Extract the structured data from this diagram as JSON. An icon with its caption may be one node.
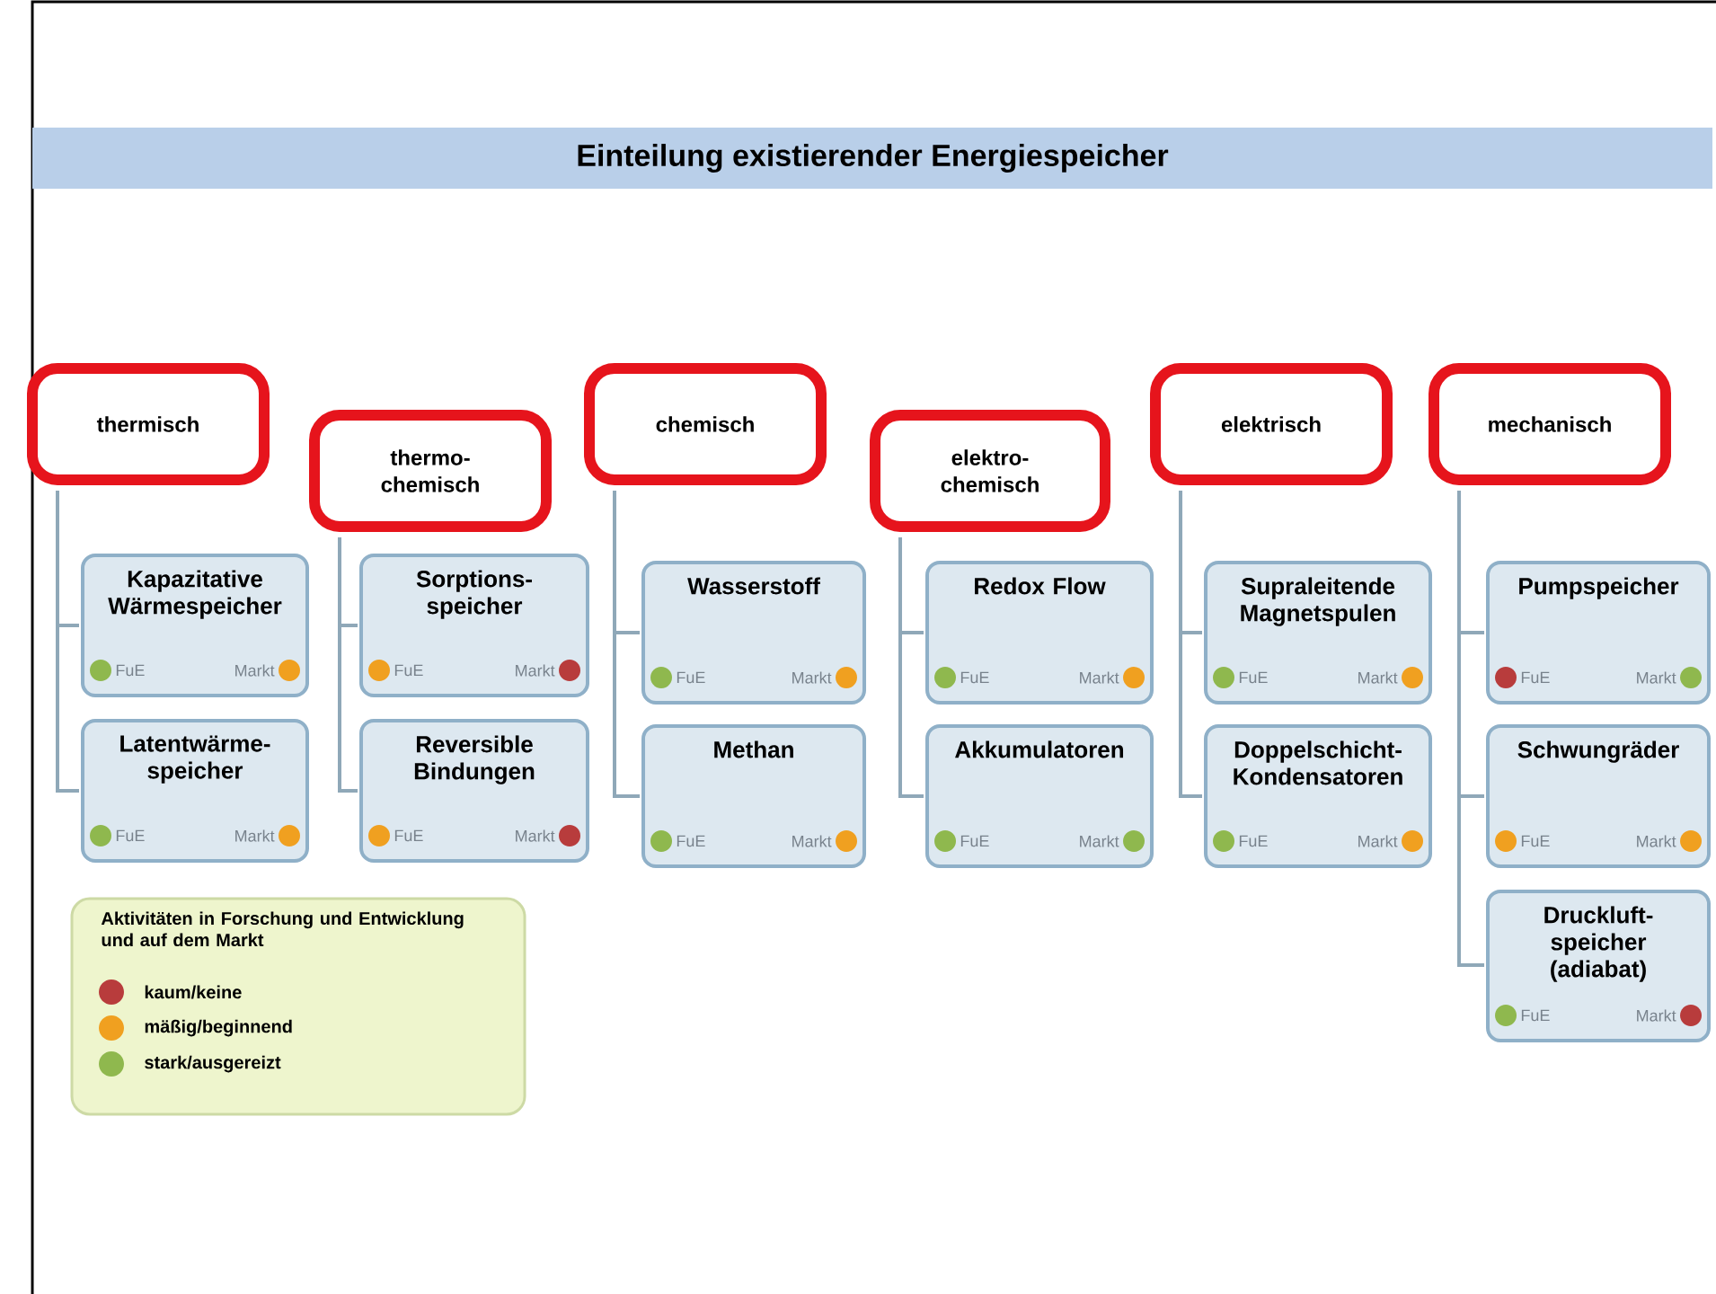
{
  "diagram": {
    "title": "Einteilung existierender Energiespeicher",
    "nodes": [
      {
        "text": [
          "thermisch"
        ]
      },
      {
        "text": [
          "Kapazitative Wärmespeicher",
          "FuE",
          "Markt"
        ]
      },
      {
        "text": [
          "Latentwärme-speicher",
          "FuE",
          "Markt"
        ]
      },
      {
        "text": [
          "thermo-chemisch"
        ]
      },
      {
        "text": [
          "Sorptions-speicher",
          "FuE",
          "Markt"
        ]
      },
      {
        "text": [
          "Reversible Bindungen",
          "FuE",
          "Markt"
        ]
      },
      {
        "text": [
          "chemisch"
        ]
      },
      {
        "text": [
          "Wasserstoff",
          "FuE",
          "Markt"
        ]
      },
      {
        "text": [
          "Methan",
          "FuE",
          "Markt"
        ]
      },
      {
        "text": [
          "elektro-chemisch"
        ]
      },
      {
        "text": [
          "Redox Flow",
          "FuE",
          "Markt"
        ]
      },
      {
        "text": [
          "Akkumulatoren",
          "FuE",
          "Markt"
        ]
      },
      {
        "text": [
          "elektrisch"
        ]
      },
      {
        "text": [
          "Supraleitende Magnetspulen",
          "FuE",
          "Markt"
        ]
      },
      {
        "text": [
          "Doppelschicht-Kondensatoren",
          "FuE",
          "Markt"
        ]
      },
      {
        "text": [
          "mechanisch"
        ]
      },
      {
        "text": [
          "Pumpspeicher",
          "FuE",
          "Markt"
        ]
      },
      {
        "text": [
          "Schwungräder",
          "FuE",
          "Markt"
        ]
      },
      {
        "text": [
          "Druckluft-speicher (adiabat)",
          "FuE",
          "Markt"
        ]
      }
    ],
    "edges": [
      {
        "from": 0,
        "to": 1,
        "arrow": "none"
      },
      {
        "from": 0,
        "to": 2,
        "arrow": "none"
      },
      {
        "from": 3,
        "to": 4,
        "arrow": "none"
      },
      {
        "from": 3,
        "to": 5,
        "arrow": "none"
      },
      {
        "from": 6,
        "to": 7,
        "arrow": "none"
      },
      {
        "from": 6,
        "to": 8,
        "arrow": "none"
      },
      {
        "from": 9,
        "to": 10,
        "arrow": "none"
      },
      {
        "from": 9,
        "to": 11,
        "arrow": "none"
      },
      {
        "from": 12,
        "to": 13,
        "arrow": "none"
      },
      {
        "from": 12,
        "to": 14,
        "arrow": "none"
      },
      {
        "from": 15,
        "to": 16,
        "arrow": "none"
      },
      {
        "from": 15,
        "to": 17,
        "arrow": "none"
      },
      {
        "from": 15,
        "to": 18,
        "arrow": "none"
      }
    ],
    "labels": [
      "Aktivitäten in Forschung und Entwicklung und auf dem Markt"
    ],
    "legend": [
      {
        "text": "kaum/keine",
        "color": "#b83c3c"
      },
      {
        "text": "mäßig/beginnend",
        "color": "#f0a020"
      },
      {
        "text": "stark/ausgereizt",
        "color": "#8fb84e"
      }
    ]
  }
}
